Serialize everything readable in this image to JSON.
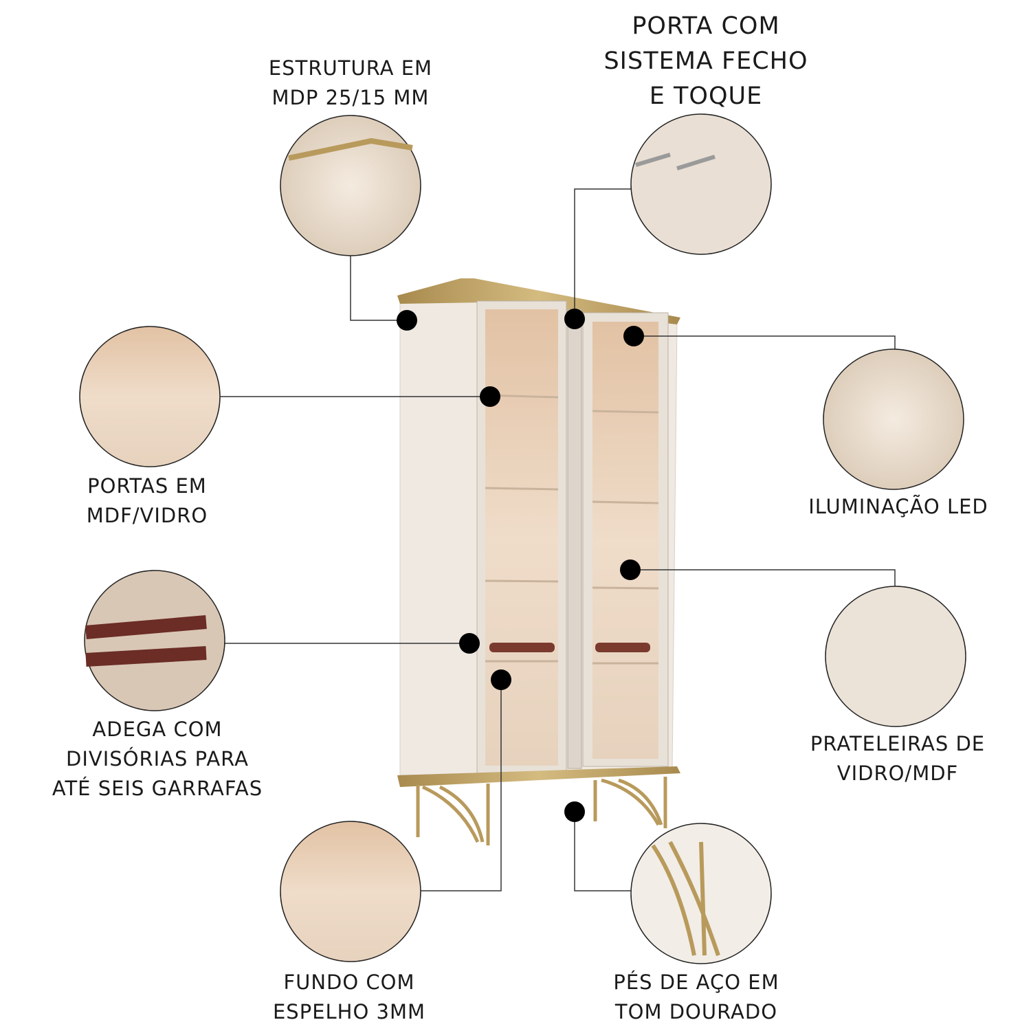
{
  "features": [
    {
      "id": "structure",
      "lines": [
        "ESTRUTURA EM",
        "MDP 25/15 MM"
      ]
    },
    {
      "id": "door-system",
      "lines": [
        "PORTA COM",
        "SISTEMA FECHO",
        "E TOQUE"
      ]
    },
    {
      "id": "doors",
      "lines": [
        "PORTAS EM",
        "MDF/VIDRO"
      ]
    },
    {
      "id": "lighting",
      "lines": [
        "ILUMINAÇÃO LED"
      ]
    },
    {
      "id": "wine-rack",
      "lines": [
        "ADEGA COM",
        "DIVISÓRIAS PARA",
        "ATÉ SEIS GARRAFAS"
      ]
    },
    {
      "id": "shelves",
      "lines": [
        "PRATELEIRAS DE",
        "VIDRO/MDF"
      ]
    },
    {
      "id": "mirror-back",
      "lines": [
        "FUNDO COM",
        "ESPELHO 3MM"
      ]
    },
    {
      "id": "legs",
      "lines": [
        "PÉS DE AÇO EM",
        "TOM DOURADO"
      ]
    }
  ],
  "colors": {
    "cabinet": "#efe9e1",
    "gold": "#b89a5c",
    "glass": "#e9d2bc",
    "line": "#333333",
    "dot": "#000000"
  }
}
